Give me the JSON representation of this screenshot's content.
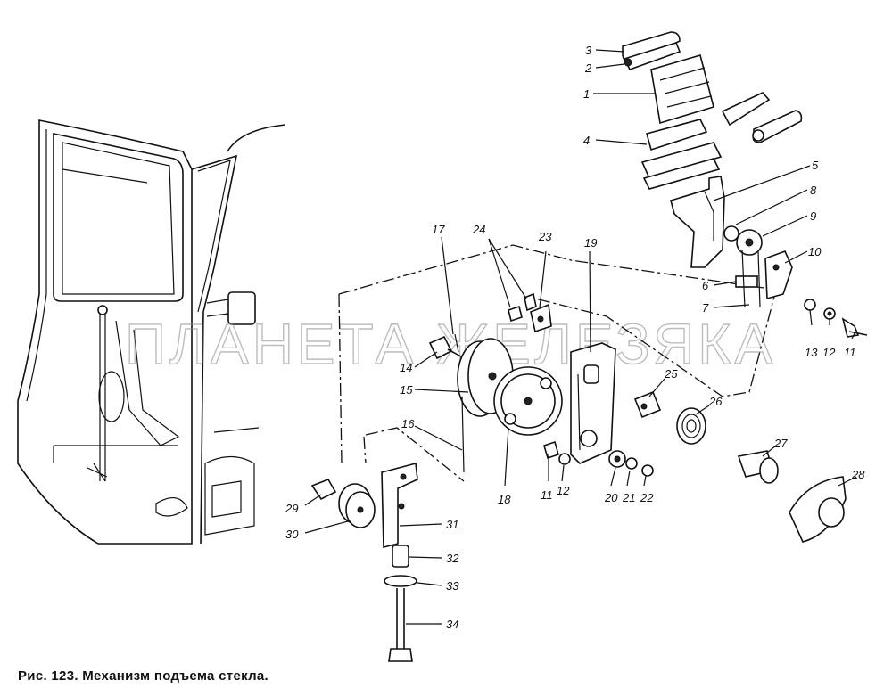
{
  "figure": {
    "caption": "Рис. 123. Механизм подъема стекла.",
    "watermark": "ПЛАНЕТА ЖЕЛЕЗЯКА"
  },
  "callouts": [
    {
      "id": "c1",
      "label": "1"
    },
    {
      "id": "c2",
      "label": "2"
    },
    {
      "id": "c3",
      "label": "3"
    },
    {
      "id": "c4",
      "label": "4"
    },
    {
      "id": "c5",
      "label": "5"
    },
    {
      "id": "c6",
      "label": "6"
    },
    {
      "id": "c7",
      "label": "7"
    },
    {
      "id": "c8",
      "label": "8"
    },
    {
      "id": "c9",
      "label": "9"
    },
    {
      "id": "c10",
      "label": "10"
    },
    {
      "id": "c11a",
      "label": "11"
    },
    {
      "id": "c11b",
      "label": "11"
    },
    {
      "id": "c12a",
      "label": "12"
    },
    {
      "id": "c12b",
      "label": "12"
    },
    {
      "id": "c13",
      "label": "13"
    },
    {
      "id": "c14",
      "label": "14"
    },
    {
      "id": "c15",
      "label": "15"
    },
    {
      "id": "c16",
      "label": "16"
    },
    {
      "id": "c17",
      "label": "17"
    },
    {
      "id": "c18",
      "label": "18"
    },
    {
      "id": "c19",
      "label": "19"
    },
    {
      "id": "c20",
      "label": "20"
    },
    {
      "id": "c21",
      "label": "21"
    },
    {
      "id": "c22",
      "label": "22"
    },
    {
      "id": "c23",
      "label": "23"
    },
    {
      "id": "c24",
      "label": "24"
    },
    {
      "id": "c25",
      "label": "25"
    },
    {
      "id": "c26",
      "label": "26"
    },
    {
      "id": "c27",
      "label": "27"
    },
    {
      "id": "c28",
      "label": "28"
    },
    {
      "id": "c29",
      "label": "29"
    },
    {
      "id": "c30",
      "label": "30"
    },
    {
      "id": "c31",
      "label": "31"
    },
    {
      "id": "c32",
      "label": "32"
    },
    {
      "id": "c33",
      "label": "33"
    },
    {
      "id": "c34",
      "label": "34"
    }
  ]
}
